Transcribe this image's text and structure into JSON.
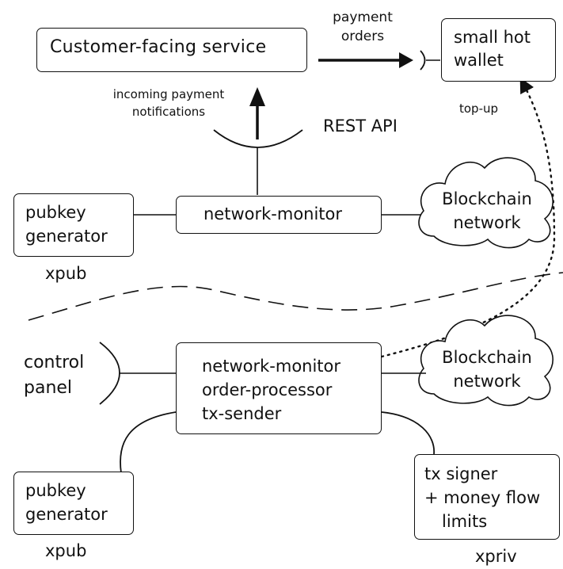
{
  "customer_service": {
    "label": "Customer-facing service"
  },
  "payment_orders": {
    "line1": "payment",
    "line2": "orders"
  },
  "hot_wallet": {
    "line1": "small hot",
    "line2": "wallet"
  },
  "incoming_notifications": {
    "line1": "incoming payment",
    "line2": "notifications"
  },
  "rest_api": {
    "label": "REST API"
  },
  "top_up": {
    "label": "top-up"
  },
  "online": {
    "pubkey_generator": {
      "line1": "pubkey",
      "line2": "generator"
    },
    "xpub": "xpub",
    "network_monitor": "network-monitor",
    "blockchain": {
      "line1": "Blockchain",
      "line2": "network"
    }
  },
  "offline": {
    "control_panel": {
      "line1": "control",
      "line2": "panel"
    },
    "services": {
      "line1": "network-monitor",
      "line2": "order-processor",
      "line3": "tx-sender"
    },
    "blockchain": {
      "line1": "Blockchain",
      "line2": "network"
    },
    "pubkey_generator": {
      "line1": "pubkey",
      "line2": "generator"
    },
    "xpub": "xpub",
    "tx_signer": {
      "line1": "tx signer",
      "line2": "+ money flow",
      "line3": "limits"
    },
    "xpriv": "xpriv"
  }
}
